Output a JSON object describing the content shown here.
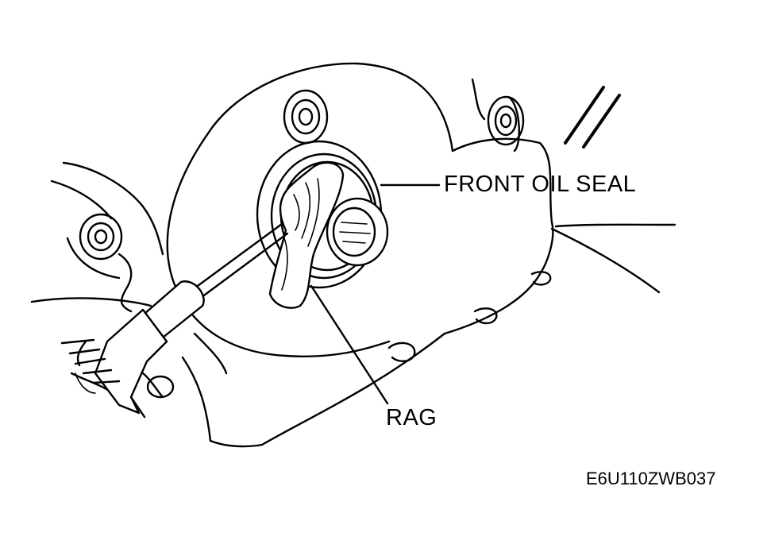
{
  "labels": {
    "front_oil_seal": "FRONT OIL SEAL",
    "rag": "RAG"
  },
  "figure_code": "E6U110ZWB037",
  "colors": {
    "ink": "#000000",
    "paper": "#ffffff"
  }
}
